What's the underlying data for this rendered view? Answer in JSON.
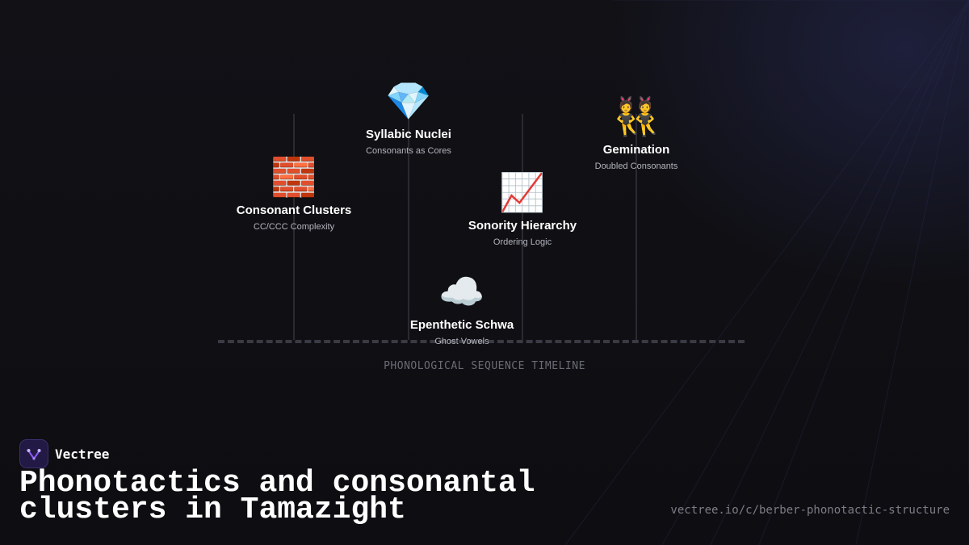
{
  "diagram": {
    "nodes": [
      {
        "id": "consonant-clusters",
        "emoji": "🧱",
        "title": "Consonant Clusters",
        "subtitle": "CC/CCC Complexity"
      },
      {
        "id": "syllabic-nuclei",
        "emoji": "💎",
        "title": "Syllabic Nuclei",
        "subtitle": "Consonants as Cores"
      },
      {
        "id": "sonority-hierarchy",
        "emoji": "📈",
        "title": "Sonority Hierarchy",
        "subtitle": "Ordering Logic"
      },
      {
        "id": "gemination",
        "emoji": "👯",
        "title": "Gemination",
        "subtitle": "Doubled Consonants"
      },
      {
        "id": "epenthetic-schwa",
        "emoji": "☁️",
        "title": "Epenthetic Schwa",
        "subtitle": "Ghost Vowels"
      }
    ],
    "timeline_label": "PHONOLOGICAL SEQUENCE TIMELINE"
  },
  "footer": {
    "brand": "Vectree",
    "title": "Phonotactics and consonantal clusters in Tamazight",
    "url": "vectree.io/c/berber-phonotactic-structure"
  },
  "colors": {
    "background": "#0f0f14",
    "logo_accent": "#8b5cf6"
  }
}
